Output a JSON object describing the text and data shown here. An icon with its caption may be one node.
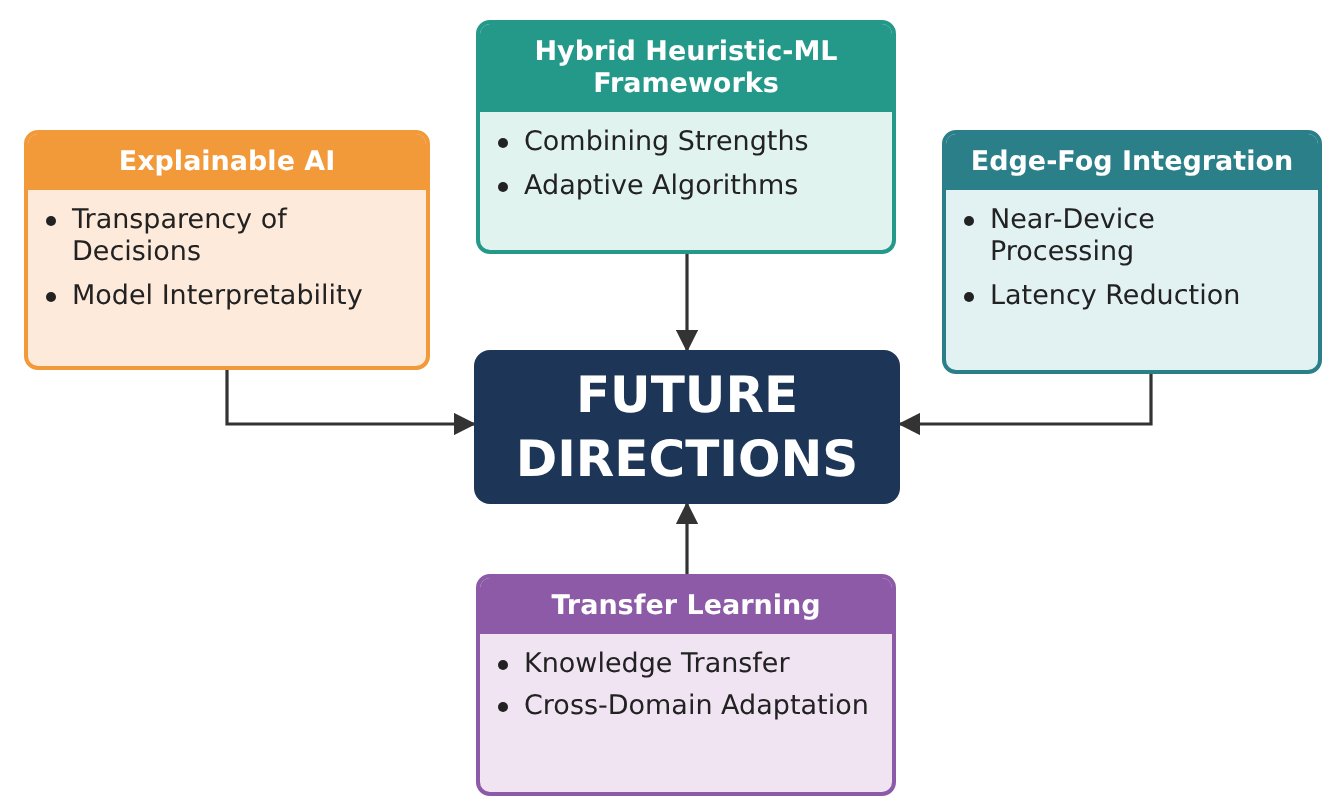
{
  "diagram": {
    "nodes": [
      {
        "text": [
          "Hybrid Heuristic-ML Frameworks",
          "Combining Strengths",
          "Adaptive Algorithms"
        ]
      },
      {
        "text": [
          "Explainable AI",
          "Transparency of Decisions",
          "Model Interpretability"
        ]
      },
      {
        "text": [
          "Edge-Fog Integration",
          "Near-Device Processing",
          "Latency Reduction"
        ]
      },
      {
        "text": [
          "FUTURE DIRECTIONS"
        ]
      },
      {
        "text": [
          "Transfer Learning",
          "Knowledge Transfer",
          "Cross-Domain Adaptation"
        ]
      }
    ],
    "edges": [
      {
        "from": 0,
        "to": 3,
        "arrow": "to"
      },
      {
        "from": 1,
        "to": 3,
        "arrow": "to"
      },
      {
        "from": 2,
        "to": 3,
        "arrow": "to"
      },
      {
        "from": 4,
        "to": 3,
        "arrow": "to"
      }
    ]
  }
}
